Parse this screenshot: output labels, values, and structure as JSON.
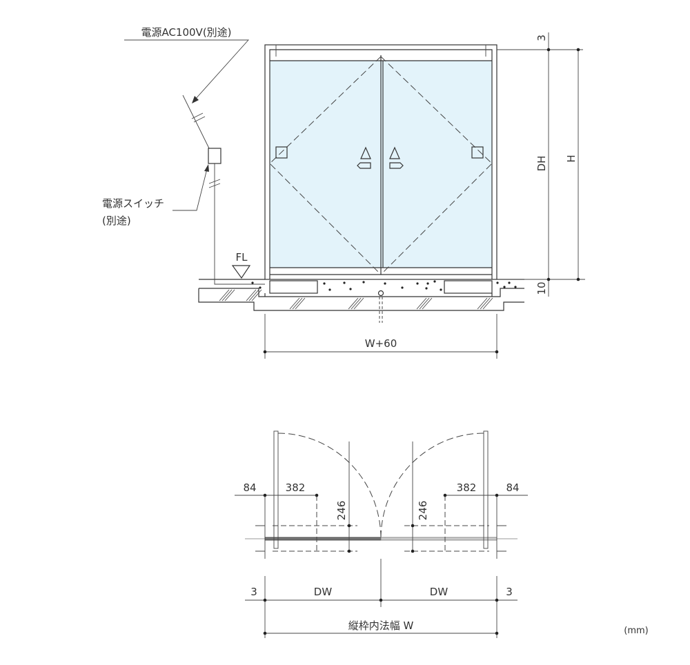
{
  "colors": {
    "glass": "#e3f3fa",
    "recess": "#cfe3f7",
    "line": "#333333"
  },
  "elevation": {
    "power_label": "電源AC100V(別途)",
    "switch_label_1": "電源スイッチ",
    "switch_label_2": "(別途)",
    "floor_level": "FL",
    "dim_top": "3",
    "dim_dh": "DH",
    "dim_h": "H",
    "dim_bottom": "10",
    "dim_width": "W+60"
  },
  "plan": {
    "left_84": "84",
    "left_382": "382",
    "left_246": "246",
    "right_84": "84",
    "right_382": "382",
    "right_246": "246",
    "bottom_3_left": "3",
    "bottom_dw_left": "DW",
    "bottom_dw_right": "DW",
    "bottom_3_right": "3",
    "overall_width": "縦枠内法幅 W"
  },
  "unit": "(mm)"
}
